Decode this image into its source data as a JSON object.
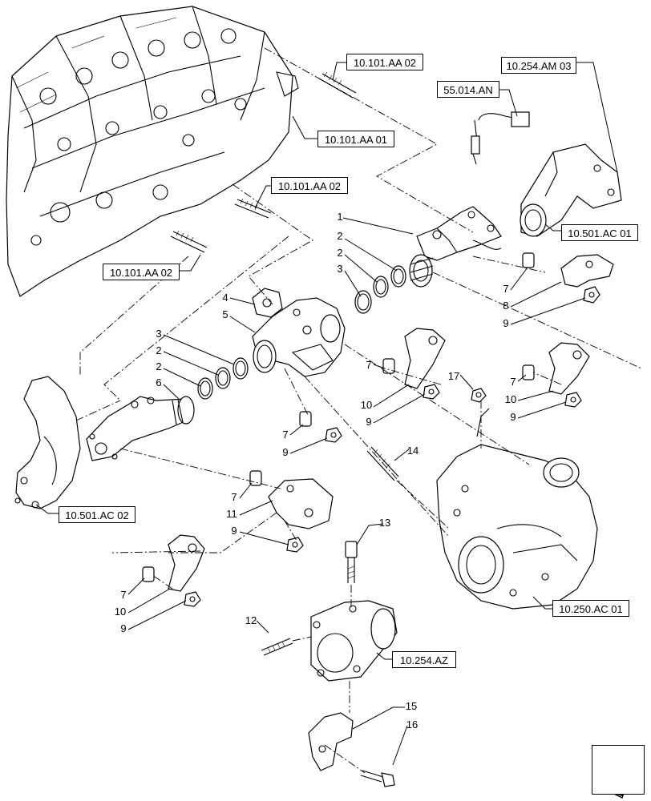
{
  "references": {
    "r1": "10.101.AA 02",
    "r2": "10.254.AM 03",
    "r3": "55.014.AN",
    "r4": "10.101.AA 01",
    "r5": "10.101.AA 02",
    "r6": "10.501.AC 01",
    "r7": "10.101.AA 02",
    "r8": "10.501.AC 02",
    "r9": "10.250.AC 01",
    "r10": "10.254.AZ"
  },
  "callouts": {
    "c1": "1",
    "c2a": "2",
    "c2b": "2",
    "c3a": "3",
    "c4": "4",
    "c5": "5",
    "c3b": "3",
    "c2c": "2",
    "c2d": "2",
    "c6": "6",
    "c7a": "7",
    "c8": "8",
    "c9a": "9",
    "c7b": "7",
    "c10a": "10",
    "c9b": "9",
    "c17": "17",
    "c7c": "7",
    "c10b": "10",
    "c9c": "9",
    "c7d": "7",
    "c9d": "9",
    "c14": "14",
    "c7e": "7",
    "c11": "11",
    "c9e": "9",
    "c13": "13",
    "c7f": "7",
    "c10c": "10",
    "c9f": "9",
    "c12": "12",
    "c15": "15",
    "c16": "16"
  },
  "icons": {
    "nav": "arrow-navigation-icon"
  }
}
